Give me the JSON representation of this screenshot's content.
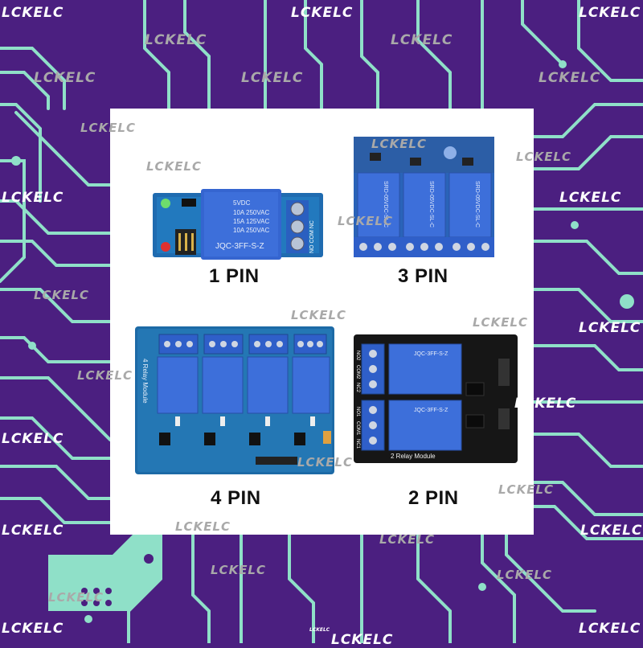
{
  "watermark": "LCKELC",
  "modules": [
    {
      "id": "one",
      "label": "1 PIN",
      "relay_marking": [
        "5VDC",
        "10A 250VAC",
        "15A 125VAC",
        "10A 250VAC",
        "JQC-3FF-S-Z"
      ],
      "terminal_marking": "NO COM NC"
    },
    {
      "id": "three",
      "label": "3 PIN",
      "relay_marking": "SRD-05VDC-SL-C"
    },
    {
      "id": "four",
      "label": "4 PIN",
      "board_text": "4 Relay Module"
    },
    {
      "id": "two",
      "label": "2 PIN",
      "board_text": "2 Relay Module",
      "relay_marking": "JQC-3FF-S-Z",
      "terminal_marking": [
        "NO2",
        "COM2",
        "NC2",
        "NO1",
        "COM1",
        "NC1"
      ]
    }
  ],
  "colors": {
    "background": "#4b1f80",
    "traces": "#8fe0c8",
    "panel": "#ffffff",
    "relay_blue": "#2f5fc9",
    "pcb_blue": "#1d6aa6",
    "pcb_black": "#161616"
  }
}
